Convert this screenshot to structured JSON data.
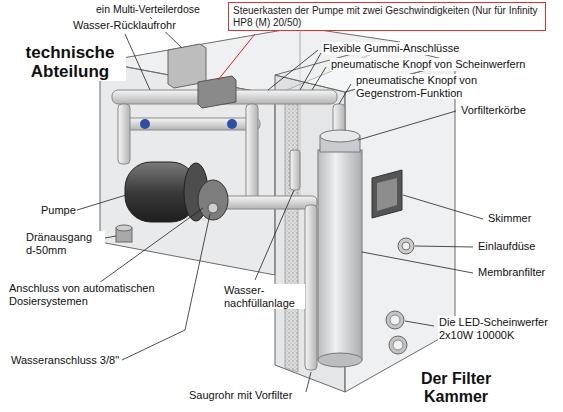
{
  "diagram": {
    "nodes": [
      {
        "text": [
          "Steuerkasten der Pumpe mit zwei Geschwindigkeiten (Nur für Infinity HP8 (M) 20/50)"
        ]
      }
    ],
    "labels": [
      "ein Multi-Verteilerdose",
      "Wasser-Rücklaufrohr",
      "technische Abteilung",
      "Flexible Gummi-Anschlüsse",
      "pneumatische Knopf von Scheinwerfern",
      "pneumatische Knopf von Gegenstrom-Funktion",
      "Vorfilterkörbe",
      "Skimmer",
      "Einlaufdüse",
      "Membranfilter",
      "Die LED-Scheinwerfer 2x10W 10000K",
      "Pumpe",
      "Dränausgang d-50mm",
      "Anschluss von automatischen Dosiersystemen",
      "Wasseranschluss 3/8\"",
      "Wasser- nachfüllanlage",
      "Saugrohr mit Vorfilter",
      "Der Filter Kammer"
    ]
  }
}
